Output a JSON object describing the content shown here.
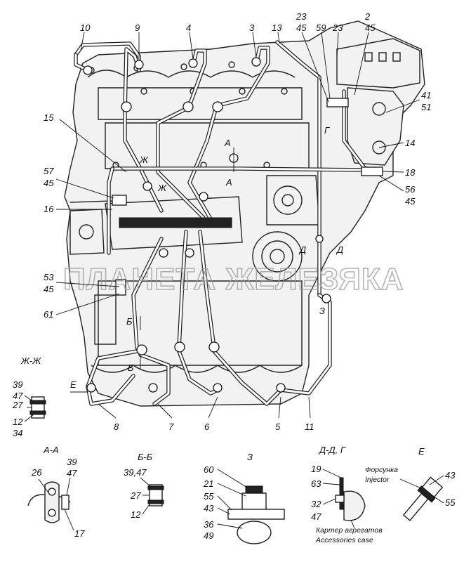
{
  "watermark": "ПЛАНЕТА ЖЕЛЕЗЯКА",
  "callouts_top": [
    "10",
    "9",
    "4",
    "3",
    "13",
    "23",
    "45",
    "59",
    "23",
    "2",
    "45"
  ],
  "callouts_right": [
    "41",
    "51",
    "14",
    "18",
    "56",
    "45"
  ],
  "callouts_left": [
    "15",
    "57",
    "45",
    "16",
    "53",
    "45",
    "61"
  ],
  "callouts_bottom": [
    "8",
    "7",
    "6",
    "5",
    "11"
  ],
  "section_marks": {
    "a_top": "А",
    "a_mid": "А",
    "zh1": "Ж",
    "zh2": "Ж",
    "g": "Г",
    "d1": "Д",
    "d2": "Д",
    "z": "З",
    "b1": "Б",
    "b2": "Б",
    "e": "Е"
  },
  "detail_zhzh": {
    "title": "Ж-Ж",
    "labels": [
      "39",
      "47",
      "27",
      "12",
      "34"
    ]
  },
  "detail_aa": {
    "title": "А-А",
    "labels": [
      "26",
      "39",
      "47",
      "17"
    ]
  },
  "detail_bb": {
    "title": "Б-Б",
    "labels": [
      "39,47",
      "27",
      "12"
    ]
  },
  "detail_z": {
    "title": "З",
    "labels": [
      "60",
      "21",
      "55",
      "43",
      "36",
      "49"
    ]
  },
  "detail_dg": {
    "title": "Д-Д, Г",
    "labels": [
      "19",
      "63",
      "32",
      "47"
    ],
    "note_ru": "Картер агрегатов",
    "note_en": "Accessories case"
  },
  "detail_e": {
    "title": "Е",
    "labels": [
      "43",
      "55"
    ],
    "note_ru": "Форсунка",
    "note_en": "Injector"
  }
}
